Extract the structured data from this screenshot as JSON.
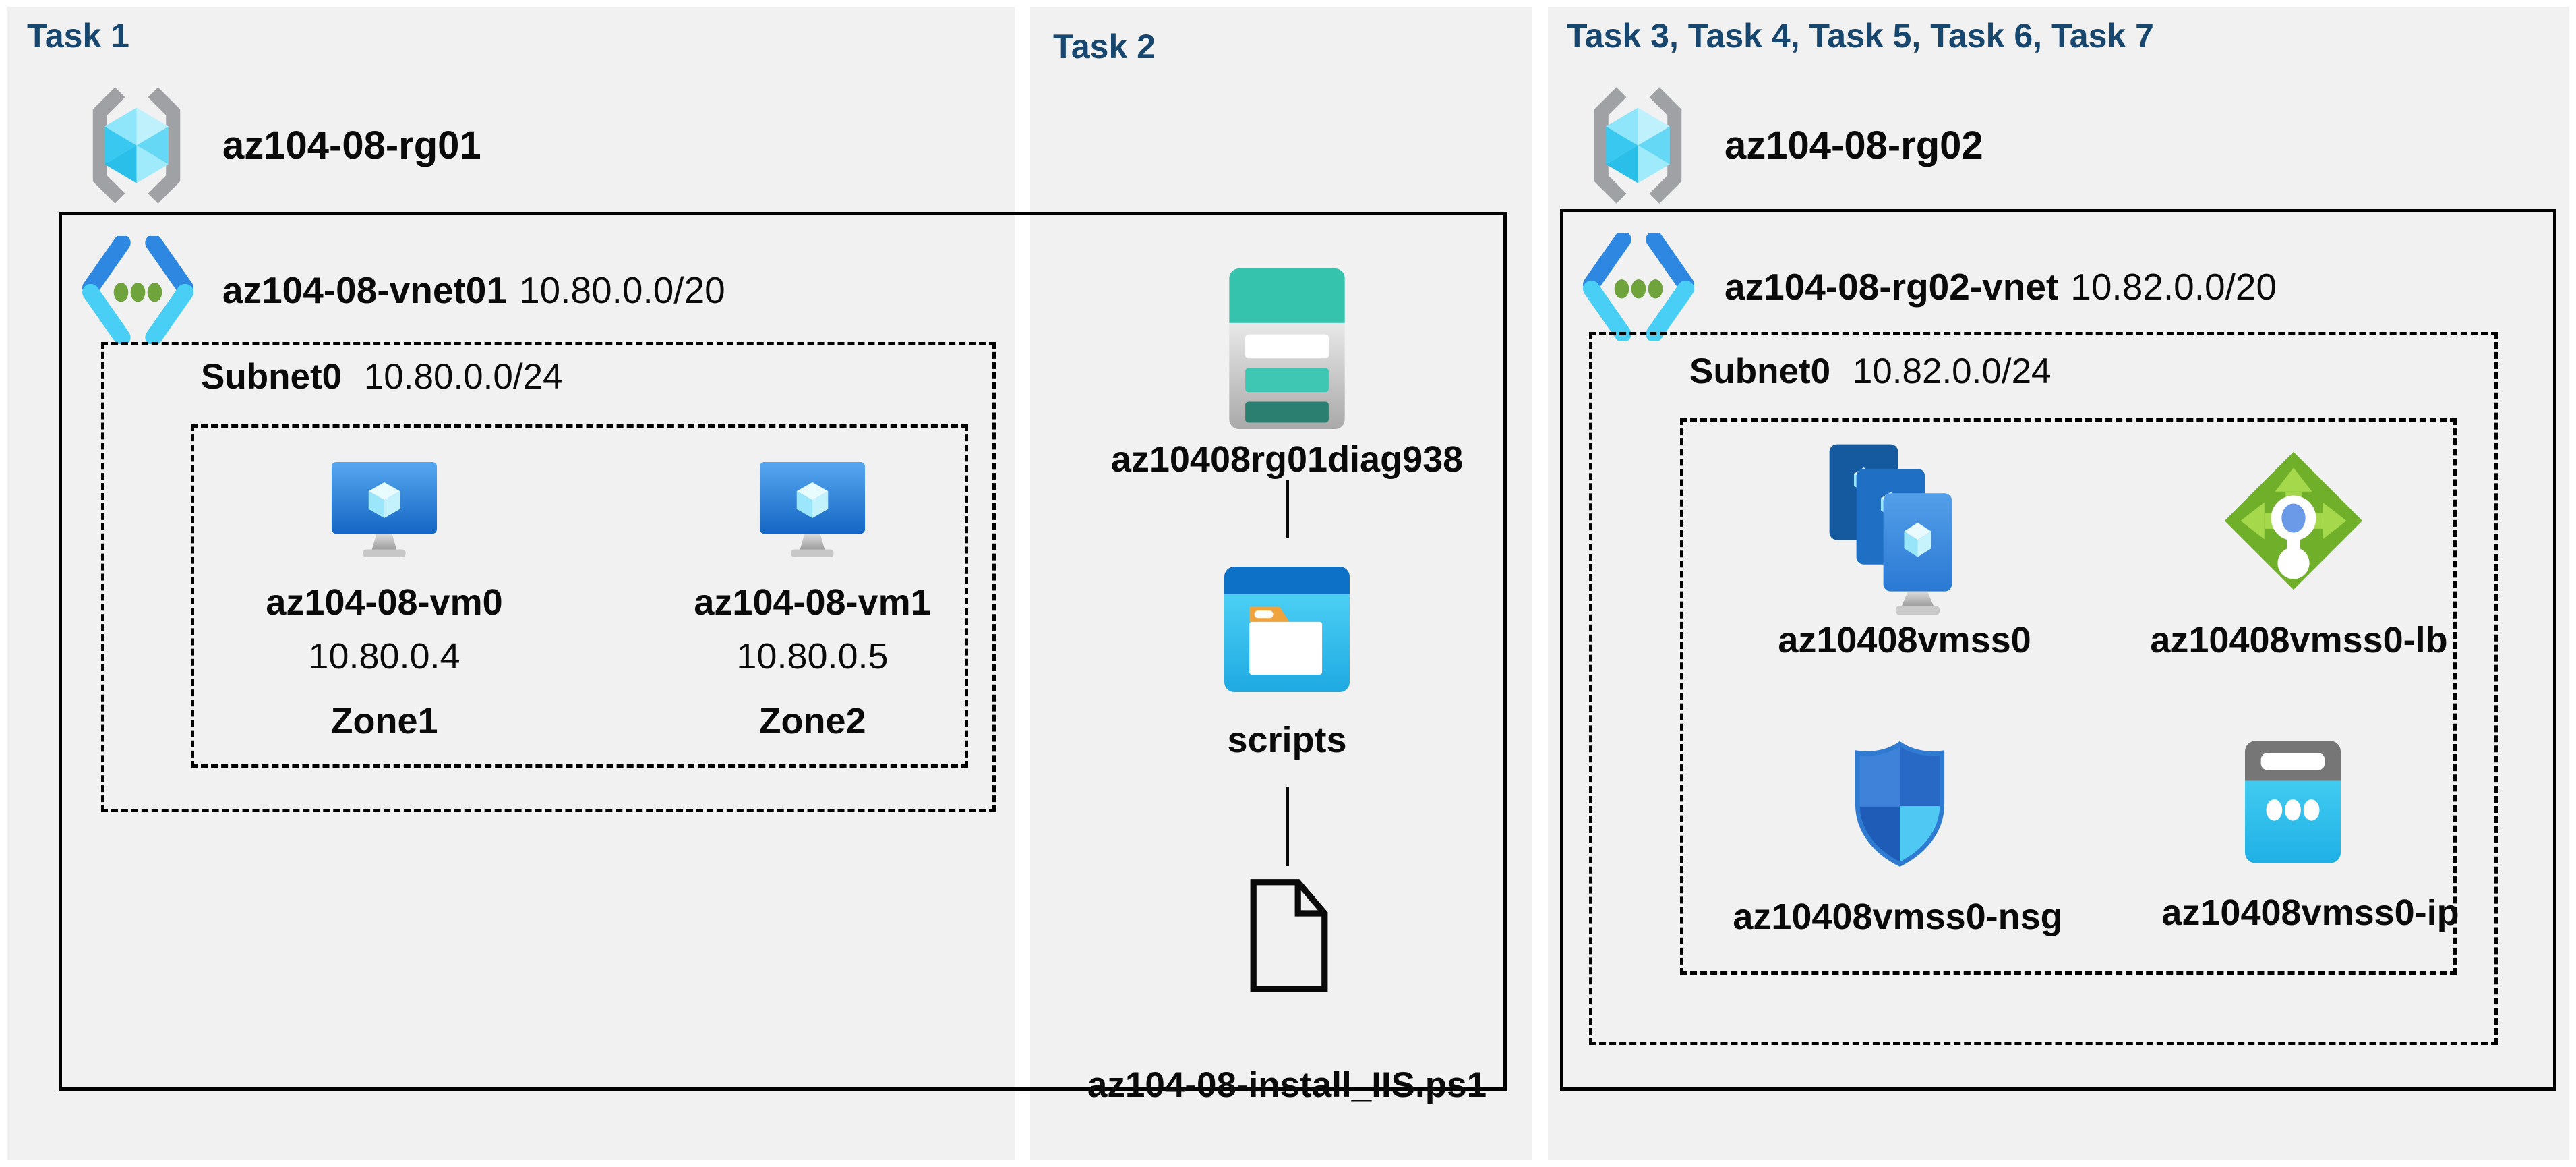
{
  "page": {
    "background": "#ffffff",
    "panel_background": "#f1f1f2",
    "title_color": "#17476e",
    "text_color": "#0a0a0a",
    "border_color": "#000000"
  },
  "tasks": [
    {
      "title": "Task 1"
    },
    {
      "title": "Task 2"
    },
    {
      "title": "Task 3, Task 4, Task 5, Task 6, Task 7"
    }
  ],
  "task1": {
    "resource_group": {
      "name": "az104-08-rg01"
    },
    "vnet": {
      "name": "az104-08-vnet01",
      "cidr": "10.80.0.0/20"
    },
    "subnet": {
      "name": "Subnet0",
      "cidr": "10.80.0.0/24"
    },
    "vms": [
      {
        "name": "az104-08-vm0",
        "ip": "10.80.0.4",
        "zone": "Zone1"
      },
      {
        "name": "az104-08-vm1",
        "ip": "10.80.0.5",
        "zone": "Zone2"
      }
    ]
  },
  "task2": {
    "storage_account": {
      "name": "az10408rg01diag938"
    },
    "container": {
      "name": "scripts"
    },
    "file": {
      "name": "az104-08-install_IIS.ps1"
    }
  },
  "task3": {
    "resource_group": {
      "name": "az104-08-rg02"
    },
    "vnet": {
      "name": "az104-08-rg02-vnet",
      "cidr": "10.82.0.0/20"
    },
    "subnet": {
      "name": "Subnet0",
      "cidr": "10.82.0.0/24"
    },
    "resources": [
      {
        "name": "az10408vmss0",
        "type": "vm-scale-set"
      },
      {
        "name": "az10408vmss0-lb",
        "type": "load-balancer"
      },
      {
        "name": "az10408vmss0-nsg",
        "type": "network-security-group"
      },
      {
        "name": "az10408vmss0-ip",
        "type": "public-ip"
      }
    ]
  },
  "palette": {
    "rg_bracket_gray": "#9fa1a4",
    "cube_cyan": "#38c8f0",
    "vnet_chevron_blue": "#2e87e1",
    "vnet_chevron_cyan": "#49cff6",
    "vnet_dot_green": "#6fa33c",
    "vm_screen_blue": "#2f7fd8",
    "storage_teal": "#36c3ae",
    "storage_teal_dark": "#2a7f70",
    "window_blue": "#0e71c8",
    "window_cyan": "#2fbcec",
    "folder_orange": "#f0a23d",
    "vmss_back_blue": "#15599f",
    "vmss_mid_blue": "#1f6fc4",
    "vmss_front_blue": "#3c8ade",
    "lb_green": "#6faf29",
    "lb_green_light": "#a6d84b",
    "lb_dot_blue": "#6b9be8",
    "nsg_blue": "#3e83d9",
    "nsg_cyan": "#4fc9f3",
    "ip_gray": "#767676",
    "ip_cyan": "#2fc0ec"
  }
}
